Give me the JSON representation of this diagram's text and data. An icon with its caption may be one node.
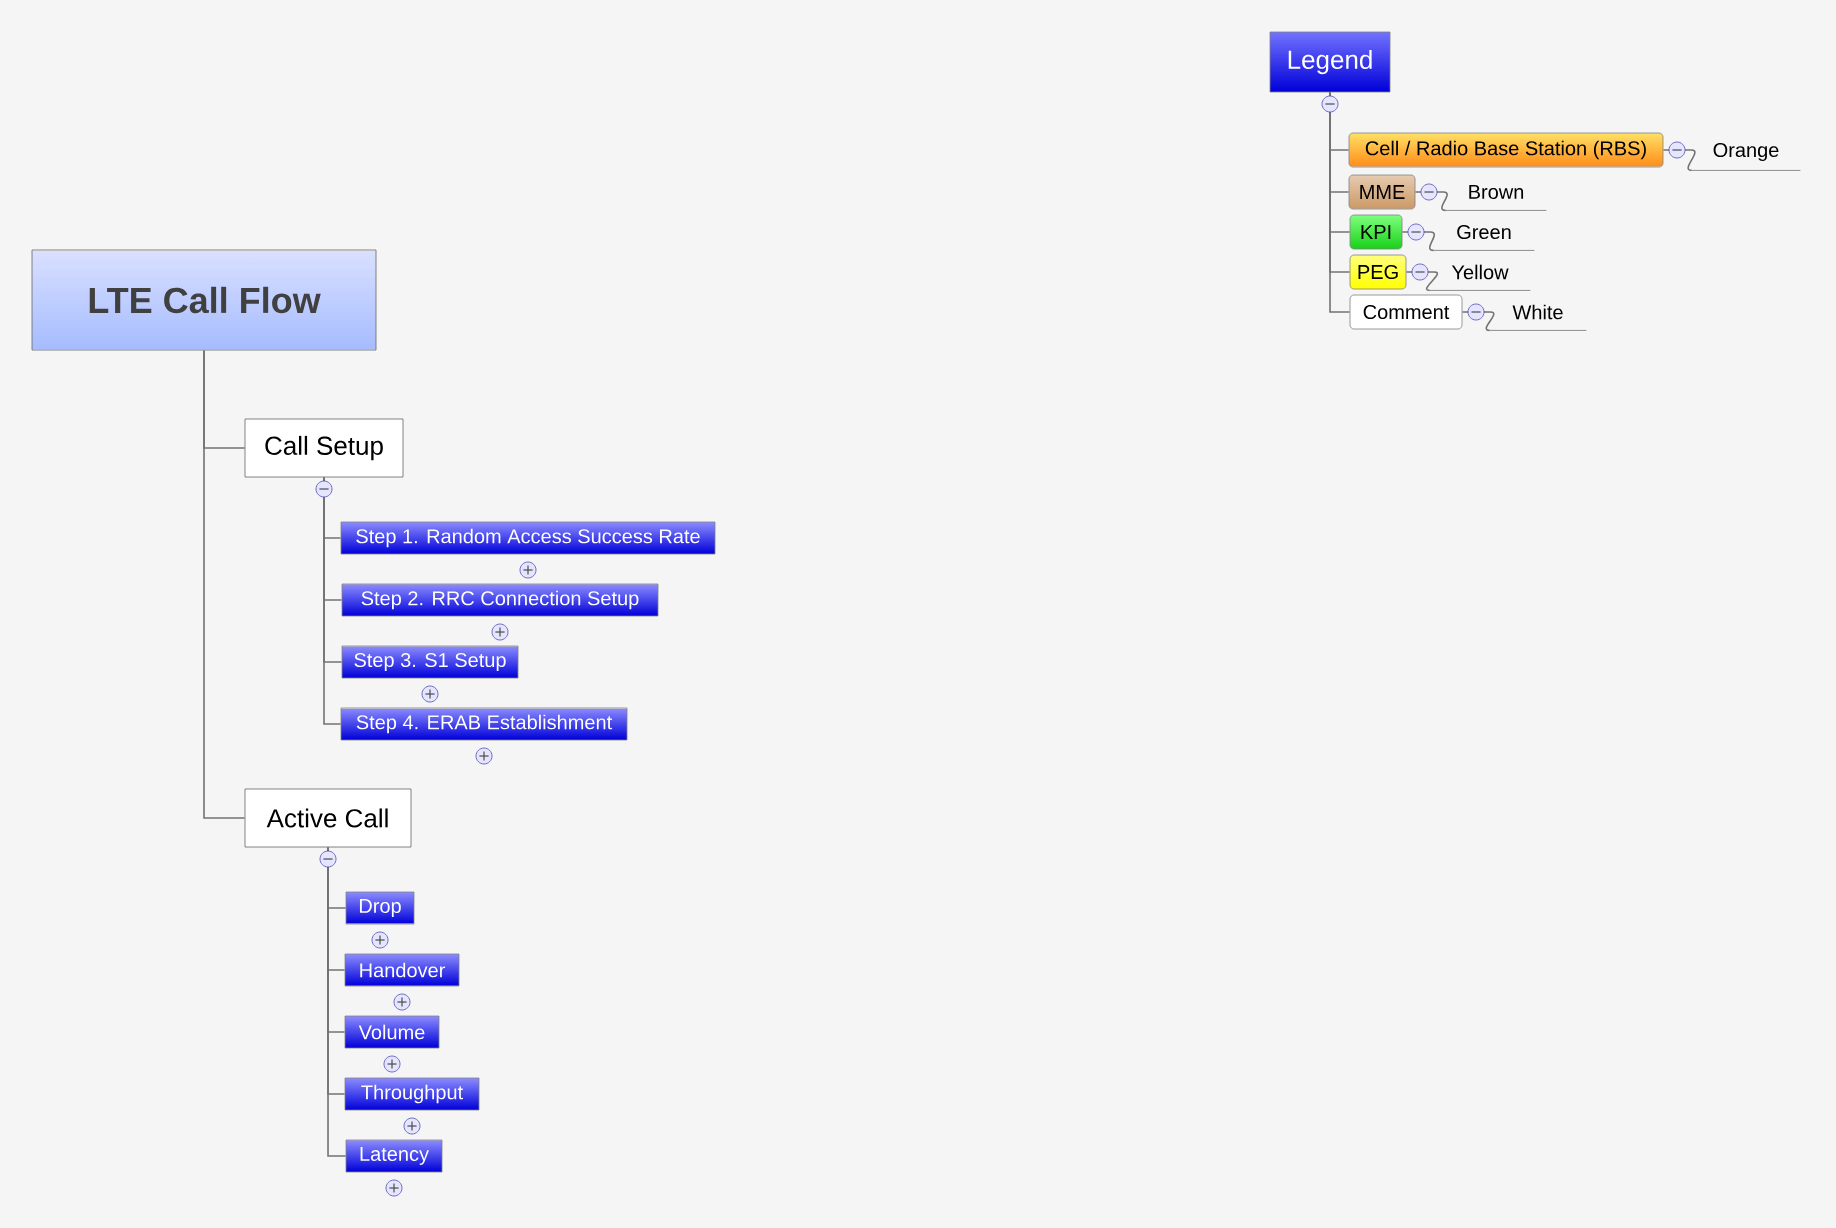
{
  "diagram": {
    "nodes": [
      {
        "text": [
          "LTE Call Flow"
        ]
      },
      {
        "text": [
          "Call Setup"
        ]
      },
      {
        "text": [
          "Step 1. Random Access Success Rate"
        ]
      },
      {
        "text": [
          "Step 2. RRC Connection Setup"
        ]
      },
      {
        "text": [
          "Step 3. S1 Setup"
        ]
      },
      {
        "text": [
          "Step 4. ERAB Establishment"
        ]
      },
      {
        "text": [
          "Active Call"
        ]
      },
      {
        "text": [
          "Drop"
        ]
      },
      {
        "text": [
          "Handover"
        ]
      },
      {
        "text": [
          "Volume"
        ]
      },
      {
        "text": [
          "Throughput"
        ]
      },
      {
        "text": [
          "Latency"
        ]
      },
      {
        "text": [
          "Legend"
        ]
      },
      {
        "text": [
          "Cell / Radio Base Station (RBS)"
        ]
      },
      {
        "text": [
          "Orange"
        ]
      },
      {
        "text": [
          "MME"
        ]
      },
      {
        "text": [
          "Brown"
        ]
      },
      {
        "text": [
          "KPI"
        ]
      },
      {
        "text": [
          "Green"
        ]
      },
      {
        "text": [
          "PEG"
        ]
      },
      {
        "text": [
          "Yellow"
        ]
      },
      {
        "text": [
          "Comment"
        ]
      },
      {
        "text": [
          "White"
        ]
      }
    ],
    "edges": [
      {
        "from": 0,
        "to": 1,
        "arrow": "none"
      },
      {
        "from": 0,
        "to": 6,
        "arrow": "none"
      },
      {
        "from": 1,
        "to": 2,
        "arrow": "none"
      },
      {
        "from": 1,
        "to": 3,
        "arrow": "none"
      },
      {
        "from": 1,
        "to": 4,
        "arrow": "none"
      },
      {
        "from": 1,
        "to": 5,
        "arrow": "none"
      },
      {
        "from": 6,
        "to": 7,
        "arrow": "none"
      },
      {
        "from": 6,
        "to": 8,
        "arrow": "none"
      },
      {
        "from": 6,
        "to": 9,
        "arrow": "none"
      },
      {
        "from": 6,
        "to": 10,
        "arrow": "none"
      },
      {
        "from": 6,
        "to": 11,
        "arrow": "none"
      },
      {
        "from": 12,
        "to": 13,
        "arrow": "none"
      },
      {
        "from": 12,
        "to": 15,
        "arrow": "none"
      },
      {
        "from": 12,
        "to": 17,
        "arrow": "none"
      },
      {
        "from": 12,
        "to": 19,
        "arrow": "none"
      },
      {
        "from": 12,
        "to": 21,
        "arrow": "none"
      },
      {
        "from": 13,
        "to": 14,
        "arrow": "none"
      },
      {
        "from": 15,
        "to": 16,
        "arrow": "none"
      },
      {
        "from": 17,
        "to": 18,
        "arrow": "none"
      },
      {
        "from": 19,
        "to": 20,
        "arrow": "none"
      },
      {
        "from": 21,
        "to": 22,
        "arrow": "none"
      }
    ]
  }
}
